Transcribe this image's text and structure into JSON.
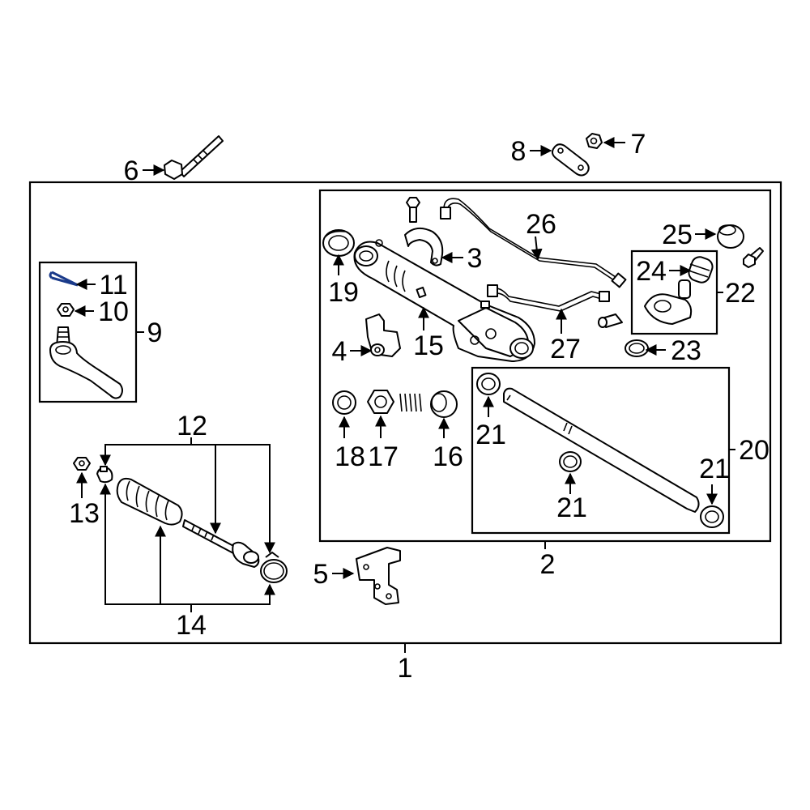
{
  "diagram": {
    "labels": {
      "p1": "1",
      "p2": "2",
      "p3": "3",
      "p4": "4",
      "p5": "5",
      "p6": "6",
      "p7": "7",
      "p8": "8",
      "p9": "9",
      "p10": "10",
      "p11": "11",
      "p12": "12",
      "p13": "13",
      "p14": "14",
      "p15": "15",
      "p16": "16",
      "p17": "17",
      "p18": "18",
      "p19": "19",
      "p20": "20",
      "p21a": "21",
      "p21b": "21",
      "p21c": "21",
      "p22": "22",
      "p23": "23",
      "p24": "24",
      "p25": "25",
      "p26": "26",
      "p27": "27"
    },
    "colors": {
      "line": "#000000",
      "background": "#ffffff",
      "clip": "#1a3a8a"
    }
  }
}
